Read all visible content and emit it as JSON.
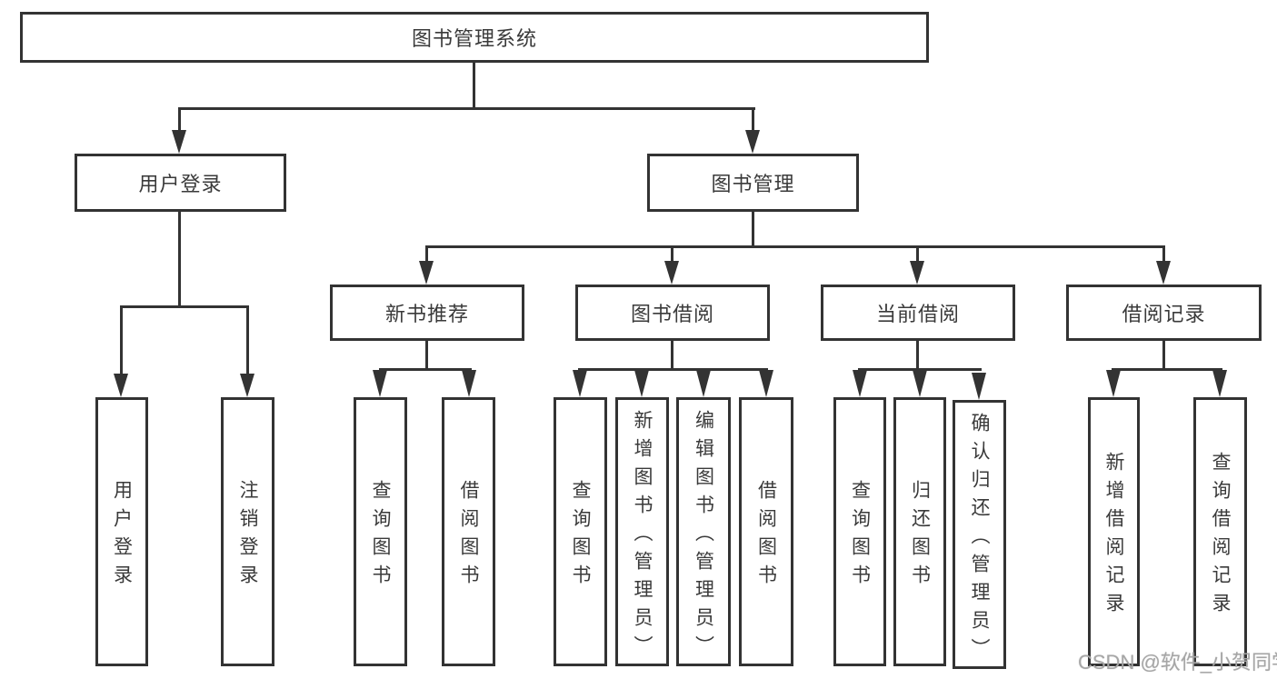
{
  "diagram": {
    "root": "图书管理系统",
    "level2": [
      {
        "label": "用户登录"
      },
      {
        "label": "图书管理"
      }
    ],
    "level3": [
      {
        "label": "新书推荐"
      },
      {
        "label": "图书借阅"
      },
      {
        "label": "当前借阅"
      },
      {
        "label": "借阅记录"
      }
    ],
    "leaves": {
      "user": [
        "用户登录",
        "注销登录"
      ],
      "newbook": [
        "查询图书",
        "借阅图书"
      ],
      "borrow": [
        "查询图书",
        "新增图书（管理员）",
        "编辑图书（管理员）",
        "借阅图书"
      ],
      "current": [
        "查询图书",
        "归还图书",
        "确认归还（管理员）"
      ],
      "record": [
        "新增借阅记录",
        "查询借阅记录"
      ]
    },
    "colors": {
      "line": "#333333",
      "text": "#3a3a3a",
      "watermark": "#a6a6a6"
    },
    "watermark": "CSDN @软件_小贺同学"
  }
}
